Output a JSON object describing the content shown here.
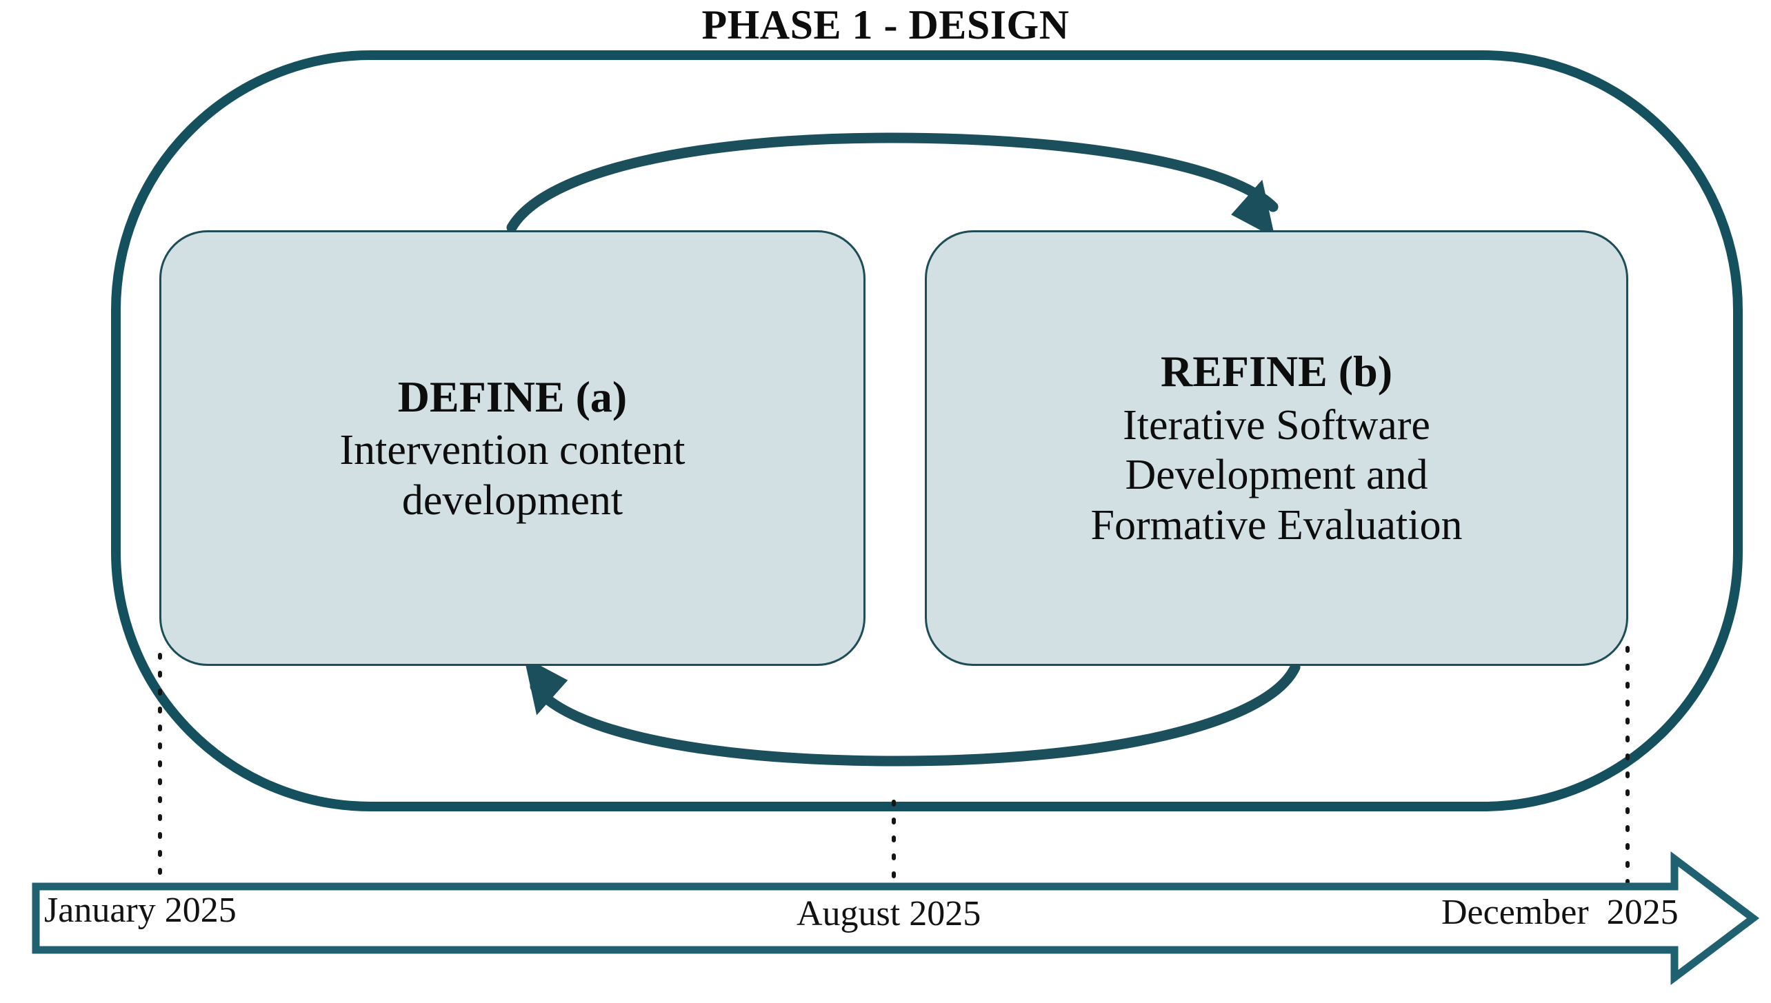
{
  "diagram": {
    "title": "PHASE 1 - DESIGN",
    "type": "cyclical-process-with-timeline",
    "colors": {
      "outer_container_stroke": "#14505e",
      "box_fill": "#d2dfe3",
      "box_stroke": "#1d4d57",
      "arrow_stroke": "#1b4f5b",
      "timeline_stroke": "#1f6170",
      "timeline_fill": "#ffffff",
      "text": "#111111",
      "background": "#ffffff",
      "dotted_line": "#1a1a1a"
    },
    "boxes": [
      {
        "id": "define",
        "heading": "DEFINE (a)",
        "body_line_1": "Intervention content",
        "body_line_2": "development"
      },
      {
        "id": "refine",
        "heading": "REFINE (b)",
        "body_line_1": "Iterative Software",
        "body_line_2": "Development and",
        "body_line_3": "Formative Evaluation"
      }
    ],
    "connectors": [
      {
        "id": "top-arrow",
        "from": "define",
        "to": "refine",
        "direction": "left-to-right",
        "style": "curved-arc-with-arrowhead"
      },
      {
        "id": "bottom-arrow",
        "from": "refine",
        "to": "define",
        "direction": "right-to-left",
        "style": "curved-arc-with-arrowhead"
      }
    ],
    "timeline": {
      "shape": "right-pointing-arrow",
      "ticks": [
        {
          "id": "start",
          "label": "January 2025"
        },
        {
          "id": "mid",
          "label": "August 2025"
        },
        {
          "id": "end",
          "label": "December  2025"
        }
      ]
    }
  }
}
